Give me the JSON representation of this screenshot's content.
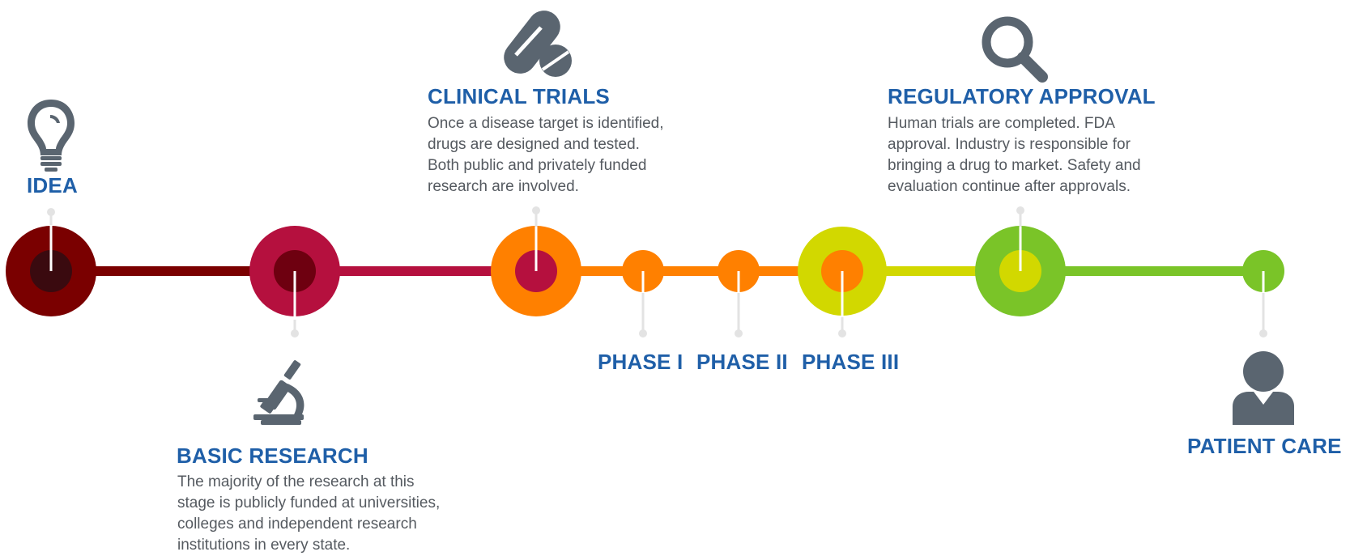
{
  "colors": {
    "title_blue": "#1f5fa8",
    "text_gray": "#555a60",
    "icon_gray": "#5a6570",
    "idea_outer": "#7a0000",
    "idea_inner": "#3a0a0f",
    "basic_outer": "#b5103e",
    "basic_inner": "#6e0010",
    "clinical_outer": "#ff8000",
    "clinical_inner": "#b5103e",
    "phase_orange": "#ff8000",
    "phase3_outer": "#d2d800",
    "regulatory_outer": "#7ac428",
    "regulatory_inner": "#d2d800",
    "patient_green": "#7ac428"
  },
  "idea": {
    "title": "IDEA",
    "icon": "lightbulb-icon"
  },
  "basic_research": {
    "title": "BASIC RESEARCH",
    "icon": "microscope-icon",
    "desc": [
      "The majority of the research at this",
      "stage is publicly funded at universities,",
      "colleges and independent research",
      "institutions in every state."
    ]
  },
  "clinical_trials": {
    "title": "CLINICAL TRIALS",
    "icon": "pills-icon",
    "desc": [
      "Once a disease target is identified,",
      "drugs are designed and tested.",
      "Both public and privately funded",
      "research are involved."
    ]
  },
  "phases": [
    {
      "label": "PHASE I"
    },
    {
      "label": "PHASE II"
    },
    {
      "label": "PHASE III"
    }
  ],
  "regulatory_approval": {
    "title": "REGULATORY APPROVAL",
    "icon": "magnifier-icon",
    "desc": [
      "Human trials are completed. FDA",
      "approval. Industry is responsible for",
      "bringing a drug to market. Safety and",
      "evaluation continue after approvals."
    ]
  },
  "patient_care": {
    "title": "PATIENT CARE",
    "icon": "person-icon"
  }
}
